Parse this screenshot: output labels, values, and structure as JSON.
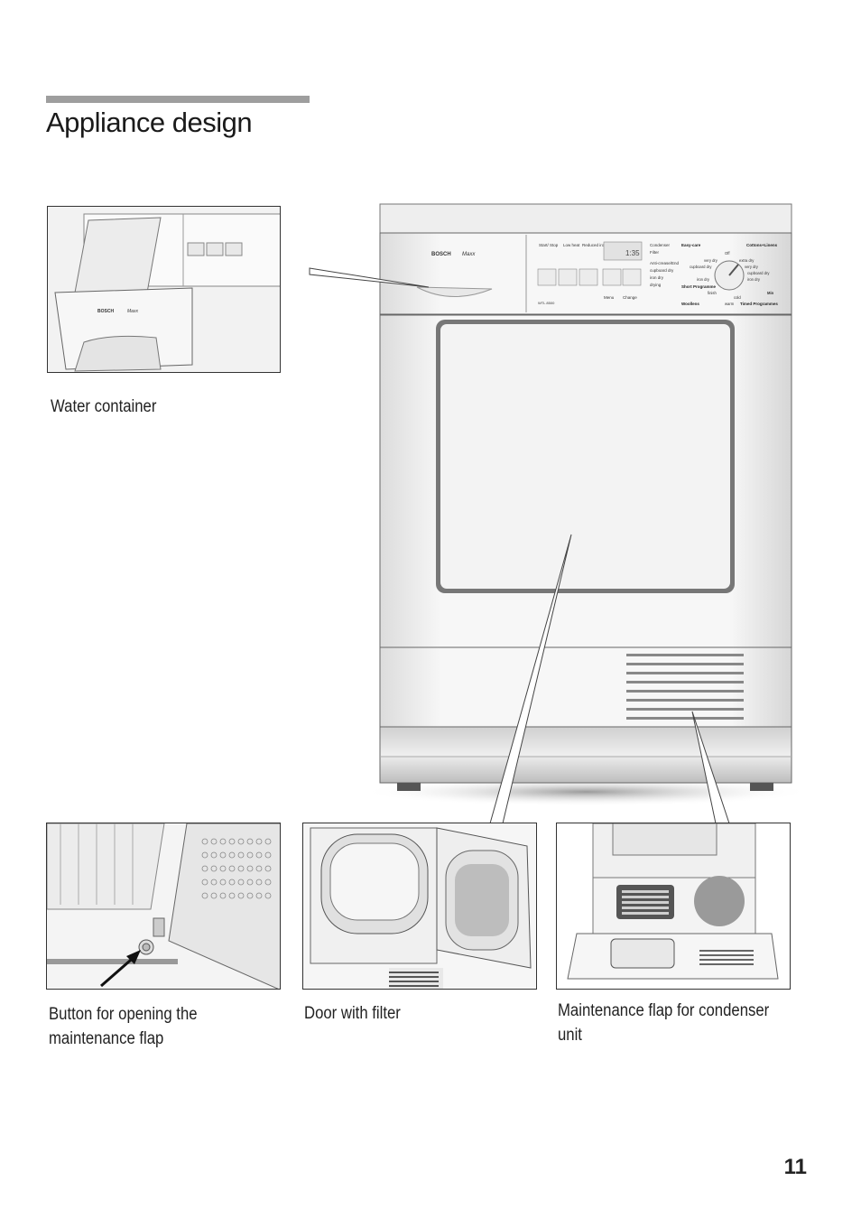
{
  "section": {
    "title": "Appliance design"
  },
  "dryer": {
    "brand": "BOSCH",
    "model": "Maxx",
    "buttons": [
      "Start/ Stop",
      "Low heat",
      "Reduced ironing"
    ],
    "display_time": "1:35",
    "indicators": [
      "Condenser",
      "Filter",
      "Anti-crease/End",
      "cupboard dry",
      "iron dry",
      "drying"
    ],
    "program_groups": [
      "Easy-care",
      "Cottons+Linens",
      "Short Programme",
      "Woollens",
      "Timed Programmes"
    ],
    "program_labels": [
      "Off",
      "very dry",
      "extra dry",
      "cupboard dry",
      "very dry",
      "cupboard dry",
      "iron dry",
      "iron dry",
      "finish",
      "warm",
      "cold",
      "Min"
    ],
    "menu_labels": [
      "Menu",
      "Change"
    ],
    "model_code": "WTL 8500"
  },
  "captions": {
    "water_container": "Water container",
    "maintenance_button": "Button for opening the maintenance flap",
    "door_filter": "Door with filter",
    "maintenance_flap": "Maintenance flap for condenser unit"
  },
  "page_number": "11"
}
